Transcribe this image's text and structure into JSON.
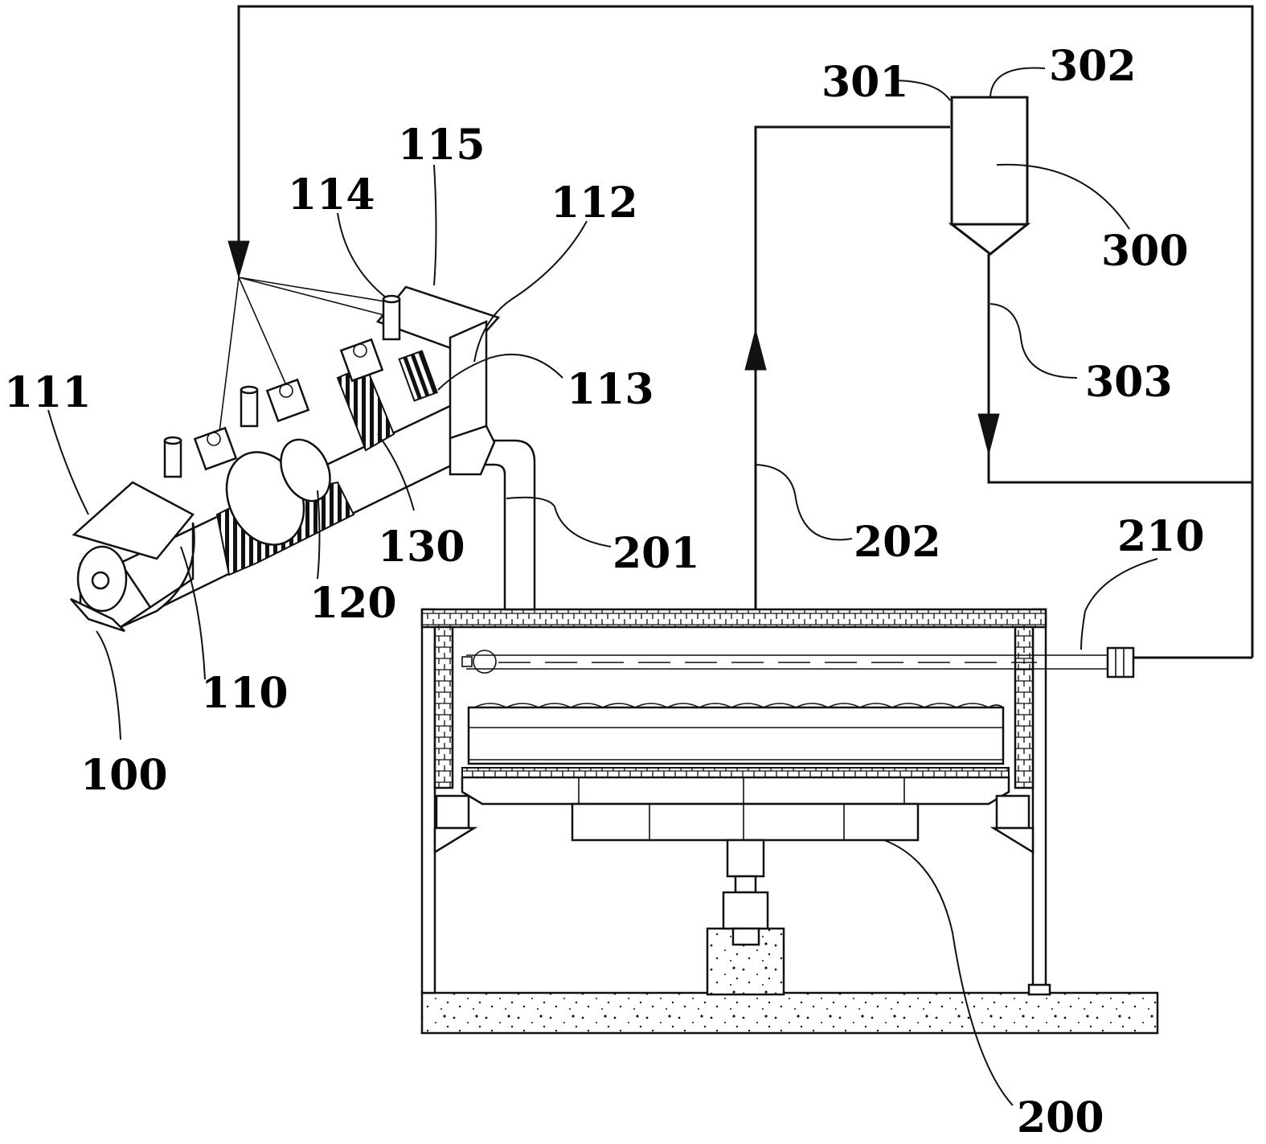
{
  "diagram": {
    "labels": {
      "l100": "100",
      "l110": "110",
      "l111": "111",
      "l112": "112",
      "l113": "113",
      "l114": "114",
      "l115": "115",
      "l120": "120",
      "l130": "130",
      "l200": "200",
      "l201": "201",
      "l202": "202",
      "l210": "210",
      "l300": "300",
      "l301": "301",
      "l302": "302",
      "l303": "303"
    }
  }
}
